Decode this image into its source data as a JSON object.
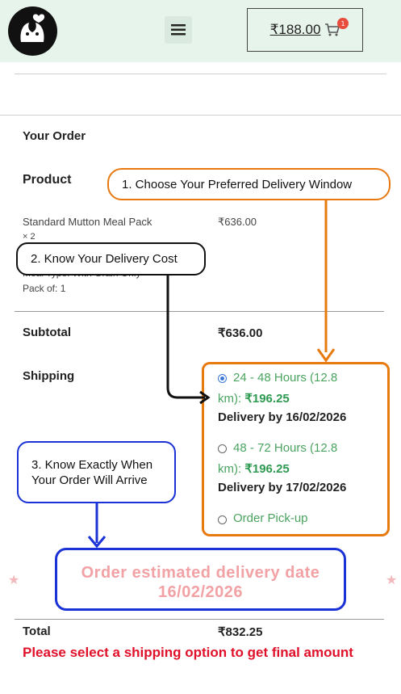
{
  "header": {
    "cart_total": "₹188.00",
    "cart_count": "1",
    "menu_icon": "hamburger-icon",
    "cart_icon": "cart-icon",
    "logo_icon": "brand-logo"
  },
  "order": {
    "title": "Your Order",
    "product_col": "Product",
    "item_name": "Standard Mutton Meal Pack",
    "item_qty": "× 2",
    "item_meta": "Meal Type: With Grain Only",
    "item_pack": "Pack of: 1",
    "item_price": "₹636.00",
    "subtotal_label": "Subtotal",
    "subtotal_value": "₹636.00",
    "shipping_label": "Shipping",
    "total_label": "Total",
    "total_value": "₹832.25",
    "warning": "Please select a shipping option to get final amount"
  },
  "shipping": {
    "options": [
      {
        "label": "24 - 48 Hours (12.8",
        "label2": "km): ",
        "price": "₹196.25",
        "delivery": "Delivery by 16/02/2026",
        "selected": true
      },
      {
        "label": "48 - 72 Hours (12.8",
        "label2": "km): ",
        "price": "₹196.25",
        "delivery": "Delivery by 17/02/2026",
        "selected": false
      },
      {
        "label": "Order Pick-up",
        "selected": false
      }
    ]
  },
  "callouts": {
    "one": "1. Choose Your Preferred Delivery Window",
    "two": "2. Know Your Delivery Cost",
    "three": "3. Know Exactly When Your Order Will Arrive"
  },
  "estimate": {
    "line1": "Order estimated delivery date",
    "line2": "16/02/2026"
  },
  "colors": {
    "header_bg": "#e6f4ec",
    "orange": "#e8790f",
    "blue": "#1a32d6",
    "green": "#2f9a52",
    "red": "#e0102a"
  }
}
